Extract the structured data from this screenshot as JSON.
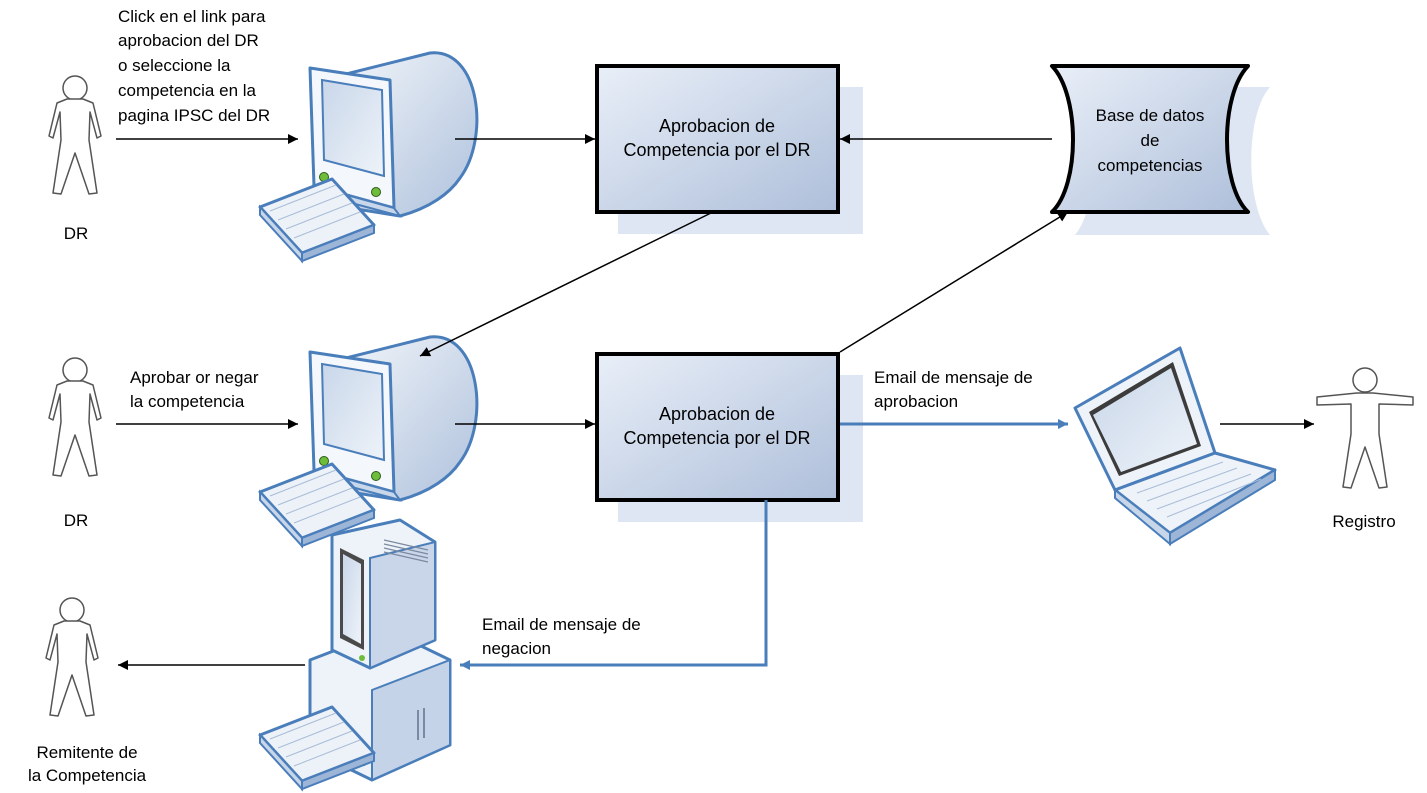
{
  "actors": {
    "dr1": "DR",
    "dr2": "DR",
    "registro": "Registro",
    "remitente": [
      "Remitente de",
      "la Competencia"
    ]
  },
  "notes": {
    "click": [
      "Click en el link para",
      "aprobacion del DR",
      "o seleccione la",
      "competencia en la",
      "pagina IPSC del DR"
    ],
    "aprobar": [
      "Aprobar or negar",
      "la competencia"
    ],
    "email_aprobacion": [
      "Email de mensaje de",
      "aprobacion"
    ],
    "email_negacion": [
      "Email de mensaje de",
      "negacion"
    ]
  },
  "process": {
    "top": [
      "Aprobacion de",
      "Competencia por el DR"
    ],
    "mid": [
      "Aprobacion de",
      "Competencia por el DR"
    ]
  },
  "database": [
    "Base de datos",
    "de",
    "competencias"
  ],
  "colors": {
    "blue_line": "#4a7ebb",
    "box_fill": "#c3d2e6",
    "shadow": "#dde6f2"
  }
}
